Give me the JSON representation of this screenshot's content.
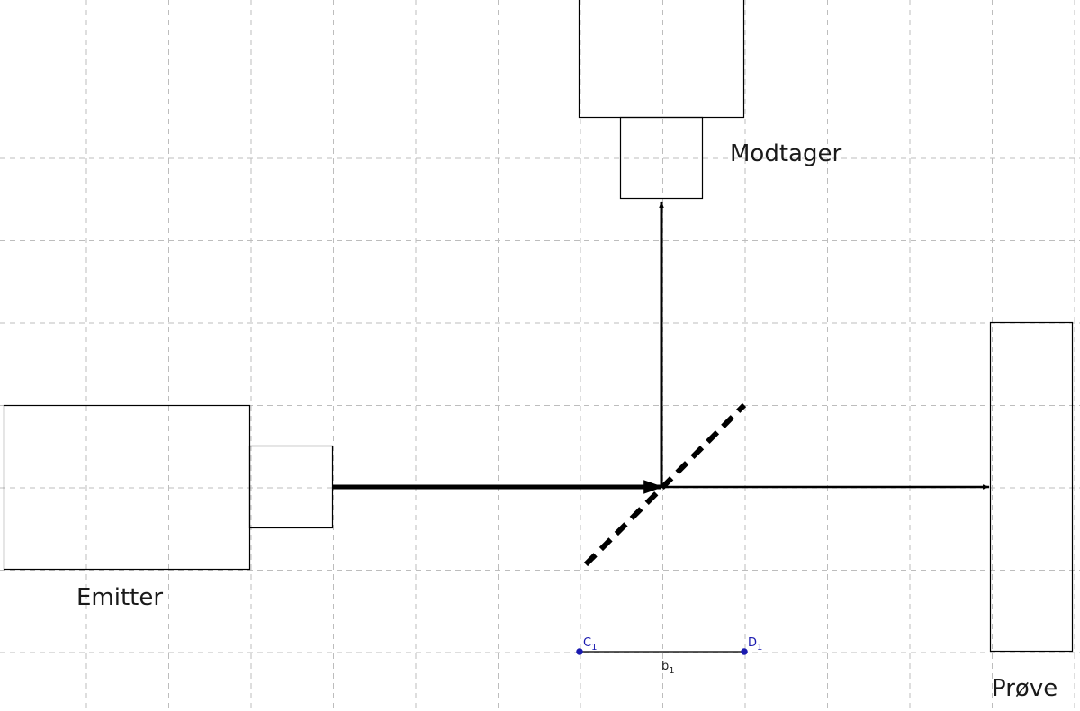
{
  "labels": {
    "emitter": "Emitter",
    "receiver": "Modtager",
    "sample": "Prøve"
  },
  "segment": {
    "name": "b",
    "name_sub": "1",
    "start_point": {
      "name": "C",
      "sub": "1"
    },
    "end_point": {
      "name": "D",
      "sub": "1"
    }
  },
  "colors": {
    "grid": "#bdbdbd",
    "ink": "#000000",
    "point": "#1a1ab0",
    "background": "#ffffff"
  },
  "icons": {
    "grid": "dashed-grid",
    "mirror": "beam-splitter-dashed-line"
  }
}
